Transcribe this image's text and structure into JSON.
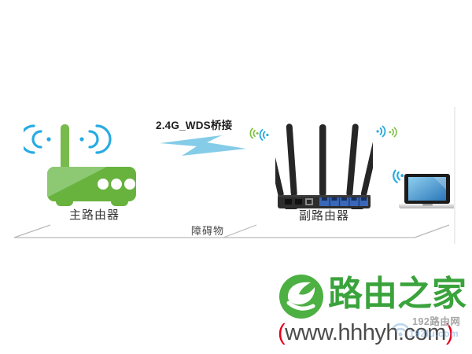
{
  "diagram": {
    "bridge_label": "2.4G_WDS桥接",
    "main_router_label": "主路由器",
    "secondary_router_label": "副路由器",
    "obstacle_label": "障碍物"
  },
  "branding": {
    "site_name": "路由之家",
    "url_open_paren": "(",
    "url": "www.hhhyh.com",
    "url_close_paren": ")",
    "watermark_text": "192路由网",
    "watermark_url": "192lu.com"
  },
  "colors": {
    "wifi_blue": "#29abe2",
    "wifi_green": "#7dc242",
    "router_green": "#68b23e",
    "router_green_light": "#8dc873",
    "lightning_blue": "#85cce8",
    "logo_green": "#4db043",
    "site_name_green": "#3aa33c",
    "paren_red": "#e8001c",
    "url_gray": "#4c4c4c",
    "obstacle_line_gray": "#b9b9b9"
  }
}
